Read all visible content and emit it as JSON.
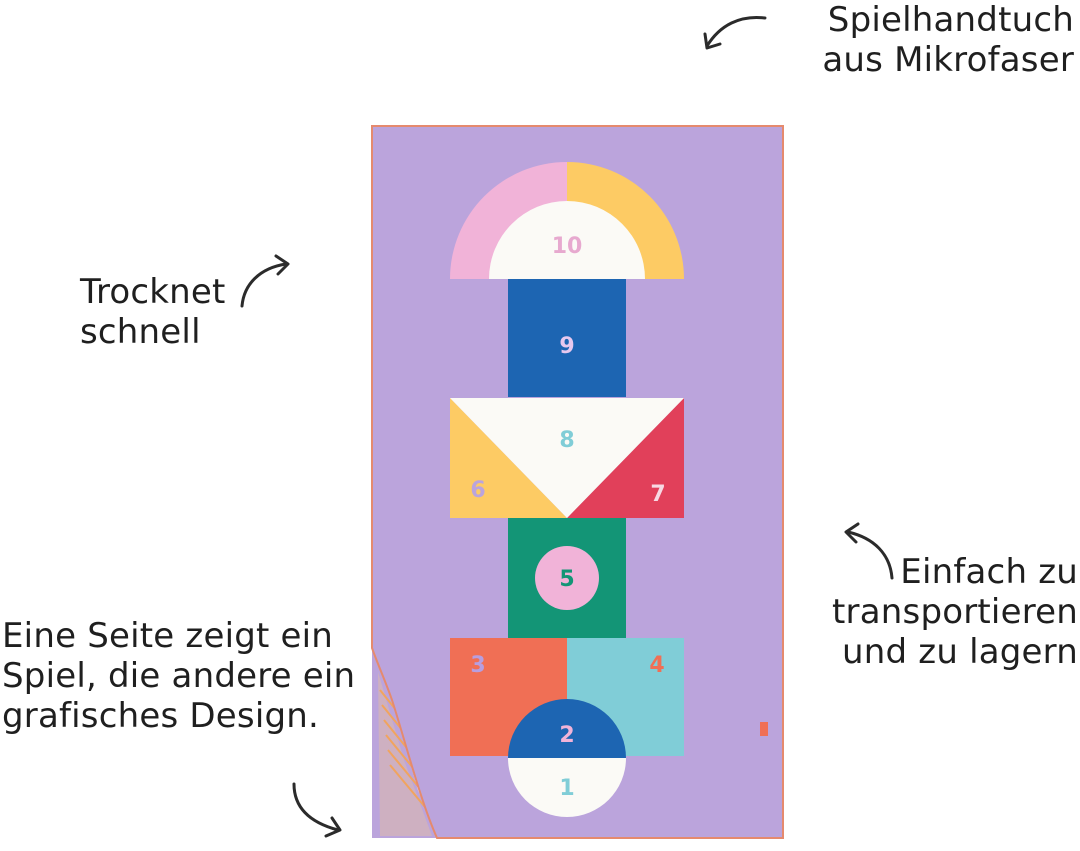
{
  "captions": {
    "top": [
      "Spielhandtuch",
      "aus Mikrofaser"
    ],
    "left": [
      "Trocknet",
      "schnell"
    ],
    "right": [
      "Einfach zu",
      "transportieren",
      "und zu lagern"
    ],
    "bottom": [
      "Eine Seite zeigt ein",
      "Spiel, die andere ein",
      "grafisches Design."
    ]
  },
  "hopscotch": {
    "numbers": [
      "10",
      "9",
      "8",
      "7",
      "6",
      "5",
      "4",
      "3",
      "2",
      "1"
    ]
  },
  "icons": [
    "curved-arrow-icon"
  ],
  "colors": {
    "towel": "#bba4dc",
    "border": "#e58a6e",
    "pink": "#f1b3d8",
    "yellow": "#fdcb64",
    "blue": "#1d65b2",
    "white": "#fbfaf6",
    "red": "#e1405a",
    "green": "#139576",
    "coral": "#f06f55",
    "aqua": "#80cdd7",
    "text": "#1f1f1f"
  }
}
